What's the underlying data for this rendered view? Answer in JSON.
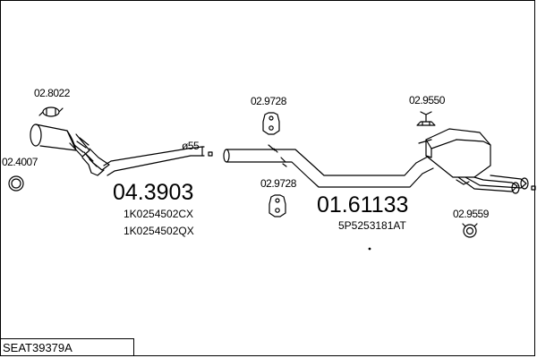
{
  "title": "SEAT39379A",
  "parts": {
    "clamp_a": "02.8022",
    "gasket": "02.4007",
    "hanger_top": "02.9728",
    "hanger_bottom": "02.9728",
    "mount": "02.9550",
    "ring": "02.9559"
  },
  "front_pipe": {
    "number": "04.3903",
    "refs": [
      "1K0254502CX",
      "1K0254502QX"
    ],
    "diameter": "ø55"
  },
  "rear_section": {
    "number": "01.61133",
    "ref": "5P5253181AT"
  }
}
